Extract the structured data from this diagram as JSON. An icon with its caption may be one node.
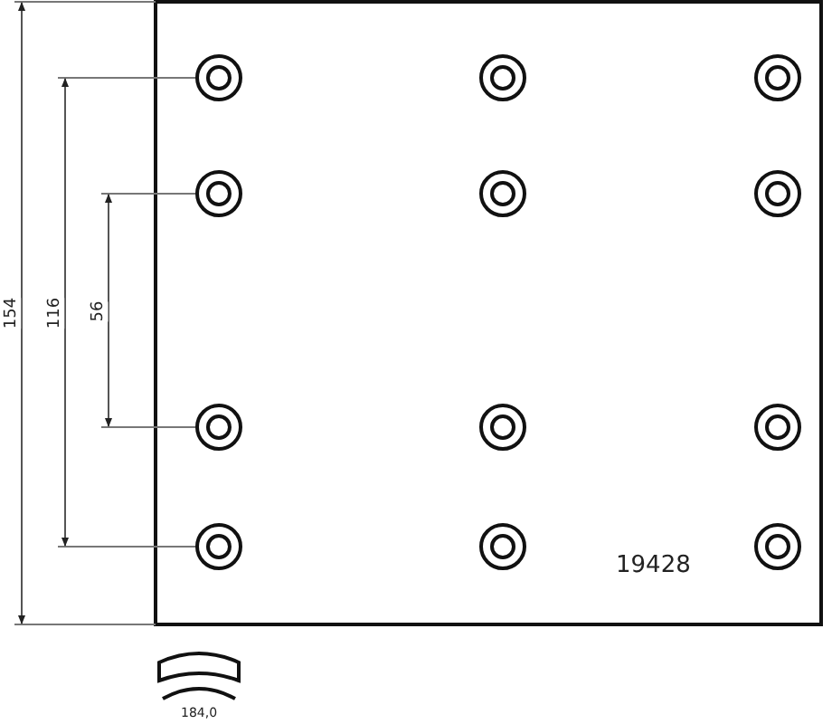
{
  "diagram": {
    "labels": [
      "154",
      "116",
      "56",
      "19428",
      "184,0"
    ]
  }
}
